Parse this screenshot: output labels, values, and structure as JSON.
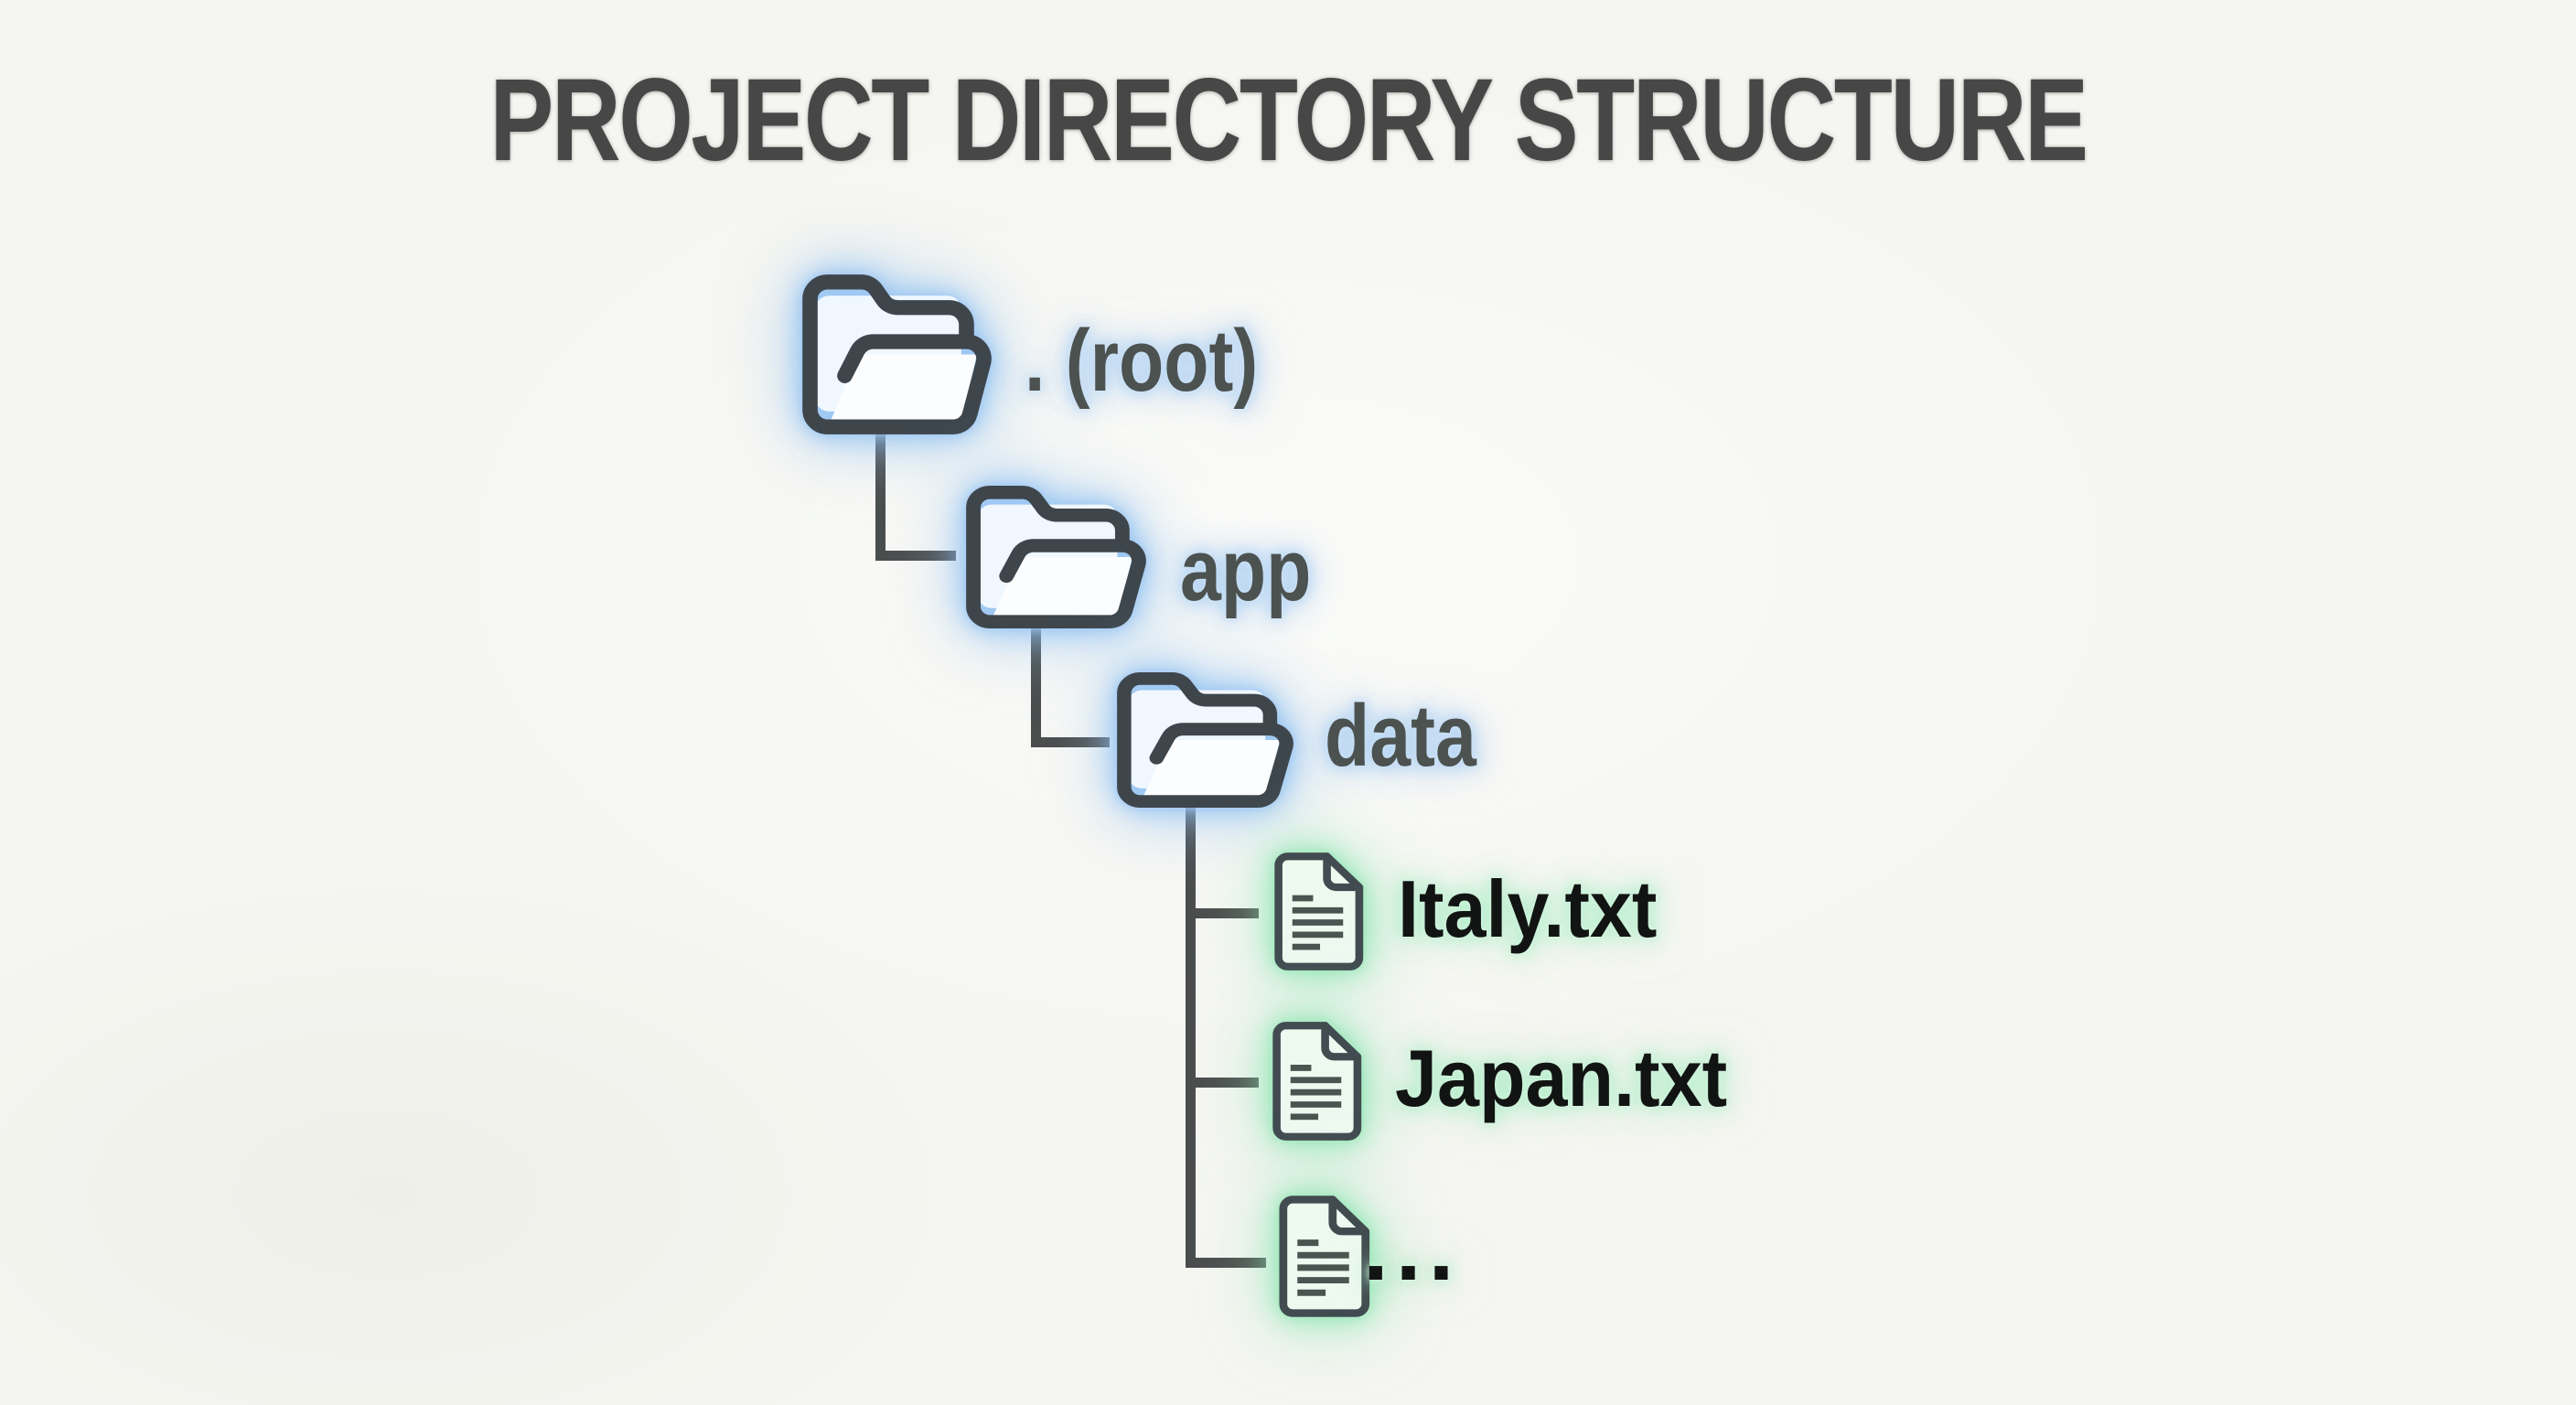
{
  "page": {
    "title": "PROJECT DIRECTORY STRUCTURE"
  },
  "colors": {
    "background": "#f5f5f1",
    "title_text": "#474747",
    "folder_icon_stroke": "#3e464c",
    "file_icon_stroke": "#414b50",
    "connector": "#4b4d4d",
    "folder_glow": "#9cc8ef",
    "file_glow": "#96e6b4",
    "folder_label_text": "#4c5250",
    "file_label_text": "#121413",
    "folder_fill": "#f0f7fe",
    "file_fill": "#eef9f0"
  },
  "icons": {
    "folder": "folder-open-icon",
    "file": "file-text-icon"
  },
  "tree": {
    "root": {
      "type": "folder",
      "label": ". (root)"
    },
    "app": {
      "type": "folder",
      "label": "app"
    },
    "data_folder": {
      "type": "folder",
      "label": "data"
    },
    "files": [
      {
        "type": "file",
        "label": "Italy.txt"
      },
      {
        "type": "file",
        "label": "Japan.txt"
      },
      {
        "type": "file",
        "label": "..."
      }
    ]
  }
}
